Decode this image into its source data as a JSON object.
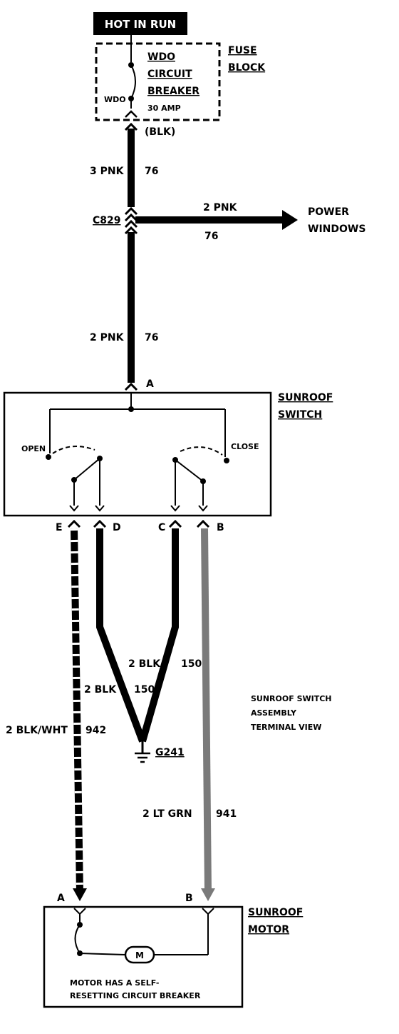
{
  "power_source": "HOT IN RUN",
  "fuse_block": {
    "title": [
      "FUSE",
      "BLOCK"
    ],
    "breaker_name": [
      "WDO",
      "CIRCUIT",
      "BREAKER"
    ],
    "rating": "30 AMP",
    "element": "WDO",
    "wire_color": "(BLK)"
  },
  "wires": {
    "feed_top": {
      "gauge": "3 PNK",
      "circuit": "76"
    },
    "feed_to_switch": {
      "gauge": "2 PNK",
      "circuit": "76"
    },
    "power_windows_branch": {
      "gauge": "2 PNK",
      "circuit": "76"
    },
    "ground_left": {
      "gauge": "2 BLK",
      "circuit": "150"
    },
    "ground_right": {
      "gauge": "2 BLK",
      "circuit": "150"
    },
    "motor_a": {
      "gauge": "2 BLK/WHT",
      "circuit": "942"
    },
    "motor_b": {
      "gauge": "2 LT GRN",
      "circuit": "941"
    }
  },
  "connector": "C829",
  "power_windows": [
    "POWER",
    "WINDOWS"
  ],
  "sunroof_switch": {
    "title": [
      "SUNROOF",
      "SWITCH"
    ],
    "open": "OPEN",
    "close": "CLOSE",
    "terminals": {
      "a": "A",
      "b": "B",
      "c": "C",
      "d": "D",
      "e": "E"
    }
  },
  "ground": "G241",
  "note": [
    "SUNROOF SWITCH",
    "ASSEMBLY",
    "TERMINAL VIEW"
  ],
  "sunroof_motor": {
    "title": [
      "SUNROOF",
      "MOTOR"
    ],
    "terminal_a": "A",
    "terminal_b": "B",
    "symbol": "M",
    "note": [
      "MOTOR HAS A SELF-",
      "RESETTING CIRCUIT BREAKER"
    ]
  }
}
